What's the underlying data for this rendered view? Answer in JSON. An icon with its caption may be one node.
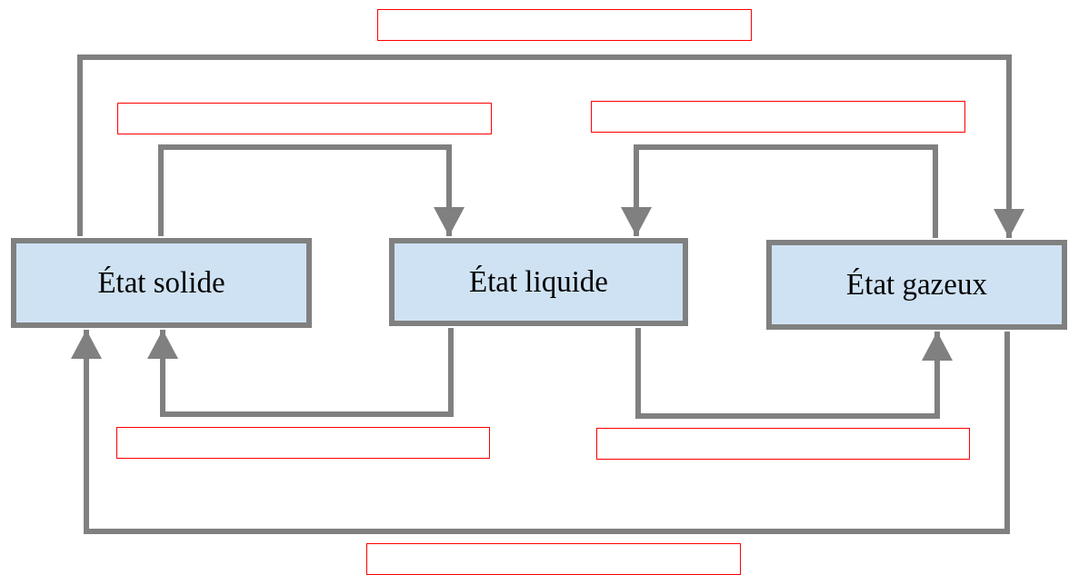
{
  "diagram": {
    "nodes": [
      {
        "text": [
          "État solide"
        ]
      },
      {
        "text": [
          "État liquide"
        ]
      },
      {
        "text": [
          "État gazeux"
        ]
      },
      {
        "text": [],
        "shape": "box"
      },
      {
        "text": [],
        "shape": "box"
      },
      {
        "text": [],
        "shape": "box"
      },
      {
        "text": [],
        "shape": "box"
      },
      {
        "text": [],
        "shape": "box"
      },
      {
        "text": [],
        "shape": "box"
      }
    ],
    "edges": [
      {
        "from": 0,
        "to": 1,
        "arrow": "to"
      },
      {
        "from": 2,
        "to": 1,
        "arrow": "to"
      },
      {
        "from": 0,
        "to": 2,
        "arrow": "to"
      },
      {
        "from": 1,
        "to": 0,
        "arrow": "to"
      },
      {
        "from": 1,
        "to": 2,
        "arrow": "to"
      },
      {
        "from": 2,
        "to": 0,
        "arrow": "to"
      }
    ]
  }
}
